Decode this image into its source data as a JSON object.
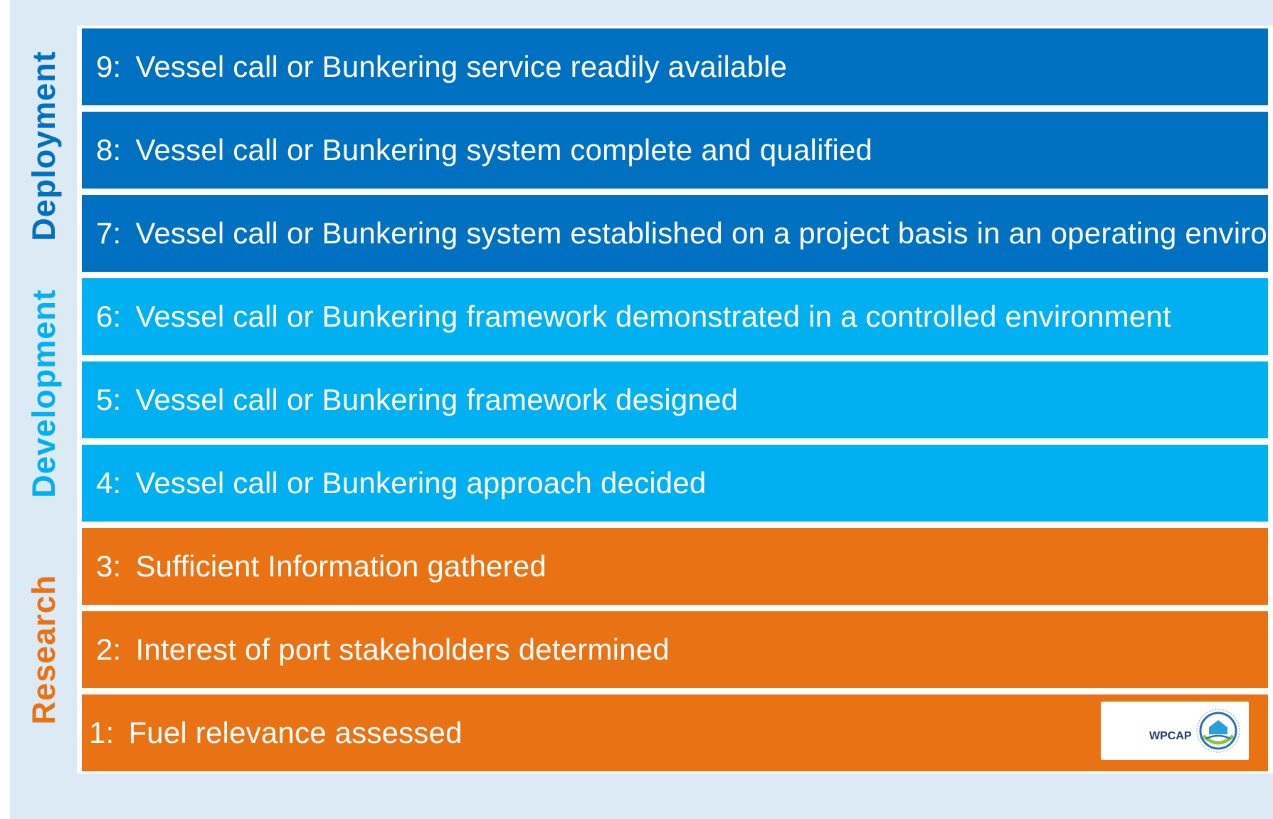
{
  "phases": [
    {
      "label": "Deployment",
      "color": "#0070c0"
    },
    {
      "label": "Development",
      "color": "#00b0f0"
    },
    {
      "label": "Research",
      "color": "#e97314"
    }
  ],
  "levels": [
    {
      "number": "9:",
      "text": "Vessel call or Bunkering service readily available",
      "phase": "Deployment",
      "color": "#0070c0"
    },
    {
      "number": "8:",
      "text": "Vessel call or Bunkering system complete and qualified",
      "phase": "Deployment",
      "color": "#0070c0"
    },
    {
      "number": "7:",
      "text": "Vessel call or Bunkering system established on a project basis in an operating environment",
      "phase": "Deployment",
      "color": "#0070c0"
    },
    {
      "number": "6:",
      "text": "Vessel call or Bunkering framework demonstrated in a controlled environment",
      "phase": "Development",
      "color": "#00b0f0"
    },
    {
      "number": "5:",
      "text": "Vessel call or Bunkering framework designed",
      "phase": "Development",
      "color": "#00b0f0"
    },
    {
      "number": "4:",
      "text": "Vessel call or Bunkering approach decided",
      "phase": "Development",
      "color": "#00b0f0"
    },
    {
      "number": "3:",
      "text": "Sufficient Information gathered",
      "phase": "Research",
      "color": "#e97314"
    },
    {
      "number": "2:",
      "text": "Interest of port stakeholders determined",
      "phase": "Research",
      "color": "#e97314"
    },
    {
      "number": "1:",
      "text": "Fuel relevance assessed",
      "phase": "Research",
      "color": "#e97314"
    }
  ],
  "logo": {
    "text": "WPCAP"
  }
}
